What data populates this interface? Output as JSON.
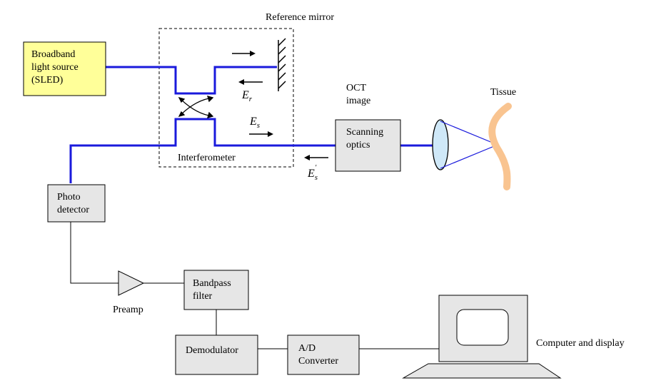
{
  "labels": {
    "reference_mirror": "Reference mirror",
    "source_line1": "Broadband",
    "source_line2": "light source",
    "source_line3": "(SLED)",
    "interferometer": "Interferometer",
    "oct_line1": "OCT",
    "oct_line2": "image",
    "scanning_line1": "Scanning",
    "scanning_line2": "optics",
    "tissue": "Tissue",
    "photo_line1": "Photo",
    "photo_line2": "detector",
    "preamp": "Preamp",
    "bandpass_line1": "Bandpass",
    "bandpass_line2": "filter",
    "demodulator": "Demodulator",
    "ad_line1": "A/D",
    "ad_line2": "Converter",
    "computer": "Computer and display",
    "er": "E",
    "er_sub": "r",
    "es": "E",
    "es_sub": "s",
    "es2": "E",
    "es2_sub": "s",
    "es2_sup": "'"
  },
  "colors": {
    "fiber": "#1a1adc",
    "source_fill": "#ffff99",
    "box_fill": "#e6e6e6",
    "tissue": "#f9c490",
    "lens": "#cfe8f8"
  }
}
